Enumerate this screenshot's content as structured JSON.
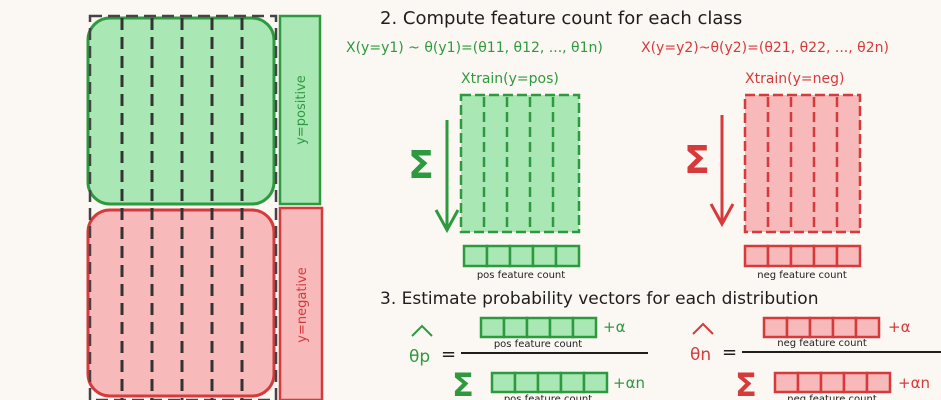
{
  "left_panel": {
    "positive_label": "y=positive",
    "negative_label": "y=negative"
  },
  "step2": {
    "heading": "2. Compute feature count for each class",
    "eq_pos": "X(y=y1) ~ θ(y1)=(θ11, θ12, ..., θ1n)",
    "eq_neg": "X(y=y2)~θ(y2)=(θ21, θ22, ..., θ2n)",
    "xtrain_pos": "Xtrain(y=pos)",
    "xtrain_neg": "Xtrain(y=neg)",
    "sigma": "Σ",
    "pos_count_label": "pos feature count",
    "neg_count_label": "neg feature count"
  },
  "step3": {
    "heading": "3. Estimate probability vectors for each distribution",
    "theta_p": "θp",
    "theta_n": "θn",
    "equals": "=",
    "plus_alpha": "+α",
    "plus_alpha_n": "+αn",
    "sigma": "Σ",
    "pos_count_label": "pos feature count",
    "neg_count_label": "neg feature count"
  },
  "colors": {
    "green_fill": "#a9e8b4",
    "green_stroke": "#2e9a3f",
    "red_fill": "#f7b9b9",
    "red_stroke": "#d63a3a",
    "text": "#1e1e1e",
    "background": "#fbf7f3"
  }
}
